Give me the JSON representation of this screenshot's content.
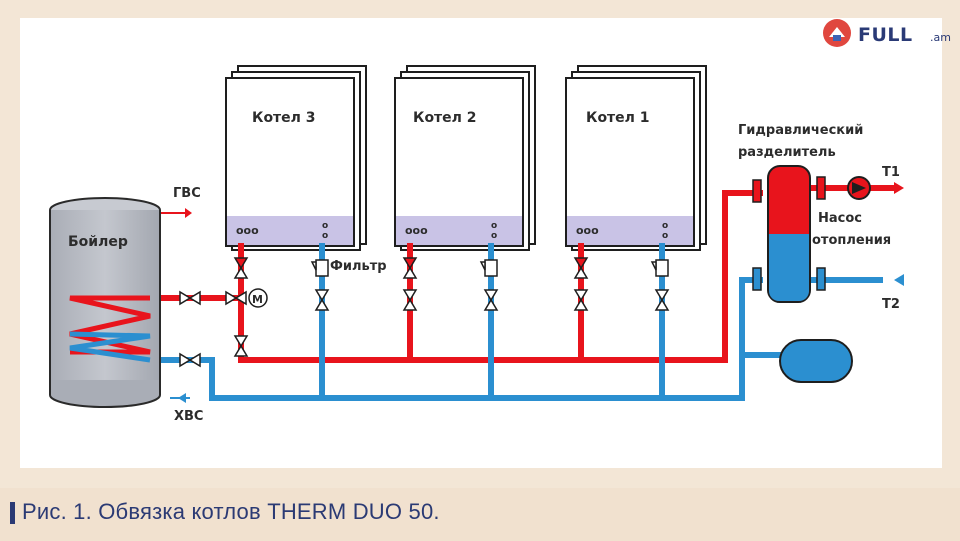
{
  "logo": {
    "text": "FULL",
    "suffix": ".am"
  },
  "diagram": {
    "boilers": [
      {
        "label": "Котел 3"
      },
      {
        "label": "Котел 2"
      },
      {
        "label": "Котел 1"
      }
    ],
    "tank_label": "Бойлер",
    "gvs_label": "ГВС",
    "hvs_label": "ХВС",
    "filter_label": "Фильтр",
    "separator_label_line1": "Гидравлический",
    "separator_label_line2": "разделитель",
    "pump_label_line1": "Насос",
    "pump_label_line2": "отопления",
    "t1_label": "Т1",
    "t2_label": "Т2",
    "motor_symbol": "M",
    "boiler_panel_dots": "ooo"
  },
  "caption": {
    "text": "Рис. 1. Обвязка котлов THERM DUO 50."
  },
  "colors": {
    "hot": "#e8141c",
    "cold": "#2b8fd0",
    "boiler_panel": "#c9c3e6",
    "tank": "#b9bcc4",
    "caption_blue": "#2b3a74"
  }
}
